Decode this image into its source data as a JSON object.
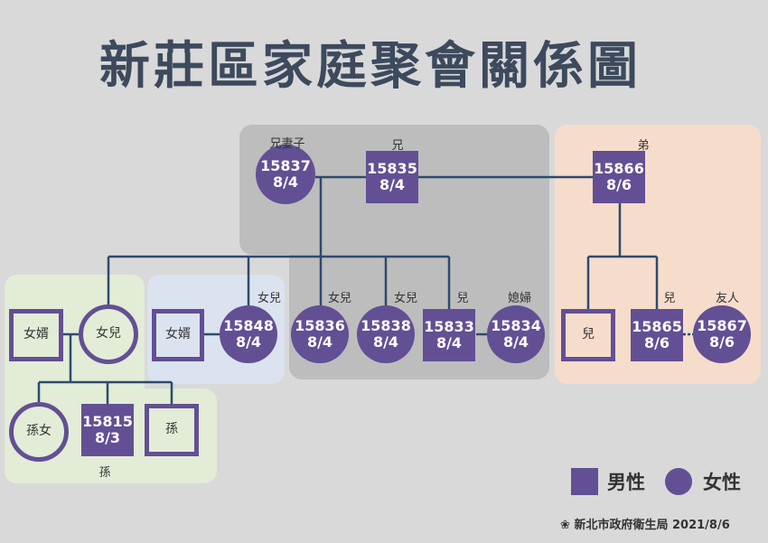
{
  "title": "新莊區家庭聚會關係圖",
  "colors": {
    "background": "#d9d9d9",
    "node": "#634f94",
    "line": "#2c4a6e",
    "gray_panel": "#bdbdbd",
    "peach_panel": "#f6dccb",
    "blue_panel": "#dbe3f0",
    "green_panel": "#e2ecd6"
  },
  "nodes": {
    "n15837": {
      "id": "15837",
      "date": "8/4"
    },
    "n15835": {
      "id": "15835",
      "date": "8/4"
    },
    "n15866": {
      "id": "15866",
      "date": "8/6"
    },
    "sonInLaw1": {
      "label": "女婿"
    },
    "daughter1": {
      "label": "女兒"
    },
    "sonInLaw2": {
      "label": "女婿"
    },
    "n15848": {
      "id": "15848",
      "date": "8/4"
    },
    "n15836": {
      "id": "15836",
      "date": "8/4"
    },
    "n15838": {
      "id": "15838",
      "date": "8/4"
    },
    "n15833": {
      "id": "15833",
      "date": "8/4"
    },
    "n15834": {
      "id": "15834",
      "date": "8/4"
    },
    "son2": {
      "label": "兒"
    },
    "n15865": {
      "id": "15865",
      "date": "8/6"
    },
    "n15867": {
      "id": "15867",
      "date": "8/6"
    },
    "granddaughter": {
      "label": "孫女"
    },
    "n15815": {
      "id": "15815",
      "date": "8/3"
    },
    "grandson": {
      "label": "孫"
    }
  },
  "labels": {
    "l15837": "兄妻子",
    "l15835": "兄",
    "l15866": "弟",
    "l15848": "女兒",
    "l15836": "女兒",
    "l15838": "女兒",
    "l15833": "兒",
    "l15834": "媳婦",
    "l15865": "兒",
    "l15867": "友人",
    "l15815": "孫"
  },
  "legend": {
    "male": "男性",
    "female": "女性"
  },
  "footer": {
    "org": "新北市政府衛生局",
    "date": "2021/8/6"
  }
}
